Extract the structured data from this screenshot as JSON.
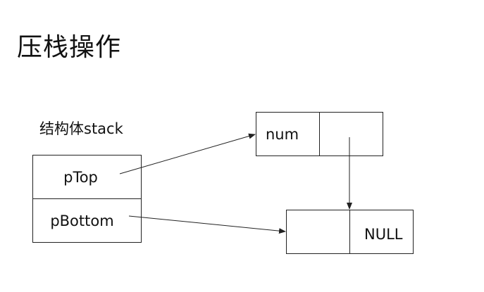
{
  "title": "压栈操作",
  "struct": {
    "label": "结构体stack",
    "fields": [
      "pTop",
      "pBottom"
    ]
  },
  "node_top": {
    "data": "num",
    "next": ""
  },
  "node_bottom": {
    "data": "",
    "next": "NULL"
  },
  "colors": {
    "stroke": "#222222",
    "text": "#111111",
    "background": "#ffffff"
  }
}
